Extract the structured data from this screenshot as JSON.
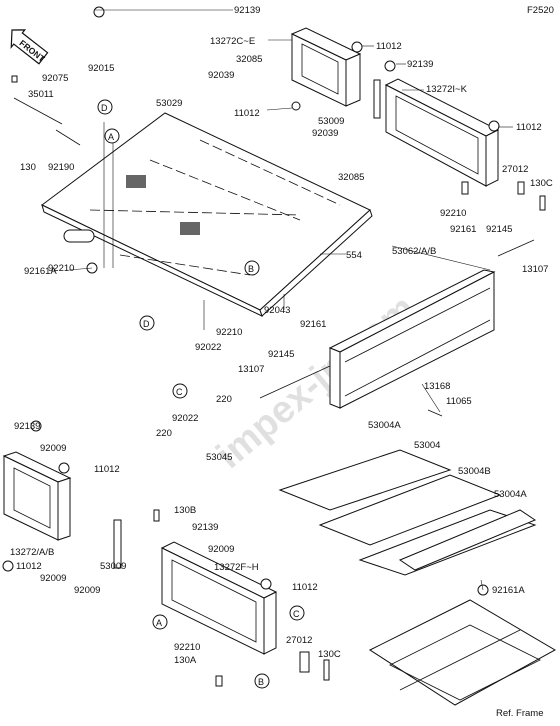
{
  "diagram_id": "F2520",
  "front_badge": "FRONT",
  "ref_frame": "Ref. Frame",
  "watermark": "impex-jp.com",
  "callouts": [
    "A",
    "B",
    "C",
    "D"
  ],
  "labels": {
    "l92139_top": "92139",
    "l13272c_e": "13272C~E",
    "l11012_tr": "11012",
    "l92139_b": "92139",
    "l32085_a": "32085",
    "l92039_a": "92039",
    "l11012_mid": "11012",
    "l13272i_k": "13272I~K",
    "l53009_a": "53009",
    "l11012_r": "11012",
    "l92039_b": "92039",
    "l32085_b": "32085",
    "l27012_a": "27012",
    "l130c_a": "130C",
    "l92210_a": "92210",
    "l92161_a": "92161",
    "l92145_a": "92145",
    "l13107_a": "13107",
    "l92075": "92075",
    "l92015": "92015",
    "l35011": "35011",
    "l130_a": "130",
    "l92190": "92190",
    "l53029": "53029",
    "l554": "554",
    "l92161a_a": "92161A",
    "l92210_b": "92210",
    "l92043": "92043",
    "l92210_c": "92210",
    "l53062": "53062/A/B",
    "l92161_b": "92161",
    "l92022_a": "92022",
    "l92145_b": "92145",
    "l13107_b": "13107",
    "l220_a": "220",
    "l13168": "13168",
    "l11065": "11065",
    "l92022_b": "92022",
    "l220_b": "220",
    "l53045": "53045",
    "l53004a_a": "53004A",
    "l53004": "53004",
    "l53004b": "53004B",
    "l53004a_b": "53004A",
    "l92139_c": "92139",
    "l92009_a": "92009",
    "l11012_l": "11012",
    "l130b": "130B",
    "l92139_d": "92139",
    "l13272ab": "13272/A/B",
    "l92009_b": "92009",
    "l11012_bl": "11012",
    "l13272f_h": "13272F~H",
    "l11012_bm": "11012",
    "l53009_b": "53009",
    "l92009_c": "92009",
    "l92009_d": "92009",
    "l92161a_b": "92161A",
    "l92210_d": "92210",
    "l27012_b": "27012",
    "l130a": "130A",
    "l130c_b": "130C"
  }
}
